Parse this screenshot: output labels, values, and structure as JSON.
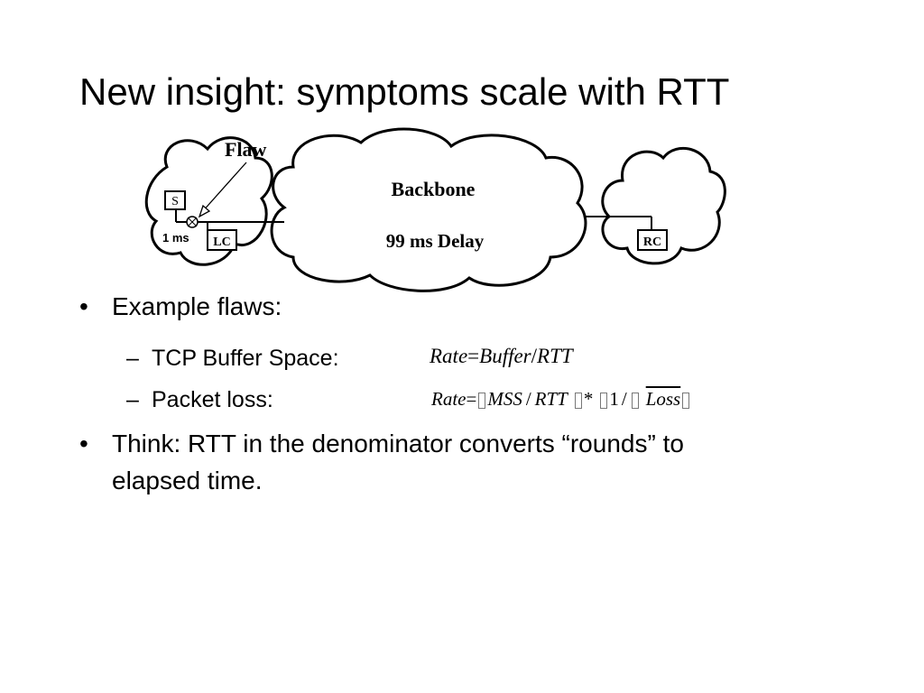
{
  "title": "New insight: symptoms scale with RTT",
  "diagram": {
    "flaw_label": "Flaw",
    "backbone_label": "Backbone",
    "delay_label": "99 ms Delay",
    "sender_label": "S",
    "local_client_label": "LC",
    "remote_client_label": "RC",
    "local_delay_label": "1 ms"
  },
  "bullets": [
    {
      "bullet": "•",
      "text": "Example flaws:"
    },
    {
      "bullet": "•",
      "text": " Think: RTT in the denominator converts “rounds” to",
      "continuation": "elapsed time."
    }
  ],
  "sub_items": [
    {
      "dash": "–",
      "text": "TCP Buffer Space:",
      "formula": {
        "lhs": "Rate",
        "eq": "=",
        "a": "Buffer",
        "div": "/",
        "b": "RTT"
      }
    },
    {
      "dash": "–",
      "text": "Packet loss:",
      "formula": {
        "lhs": "Rate",
        "eq": "=",
        "a": "MSS",
        "div": "/",
        "b": "RTT",
        "mul": "*",
        "one": "1",
        "div2": "/",
        "c": "Loss"
      }
    }
  ]
}
